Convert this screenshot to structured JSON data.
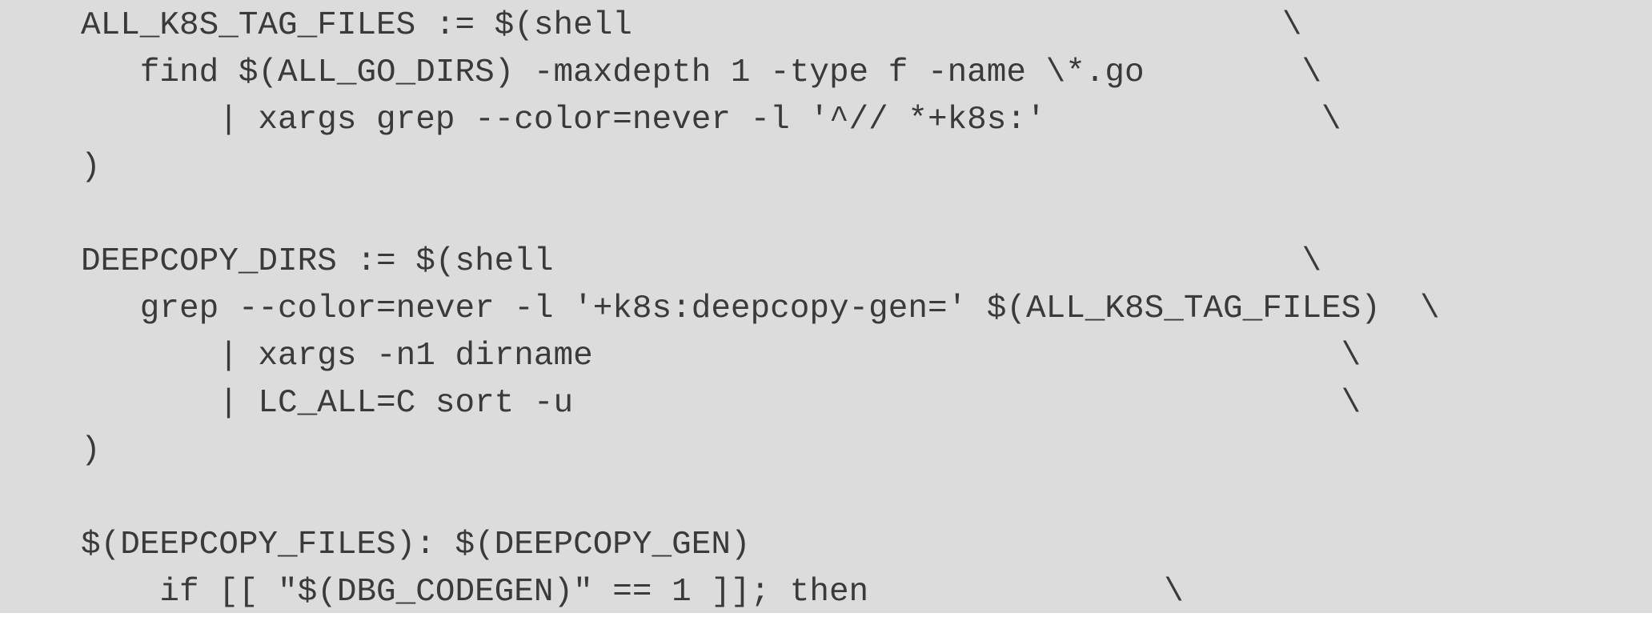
{
  "code": {
    "lines": [
      "ALL_K8S_TAG_FILES := $(shell                                 \\",
      "   find $(ALL_GO_DIRS) -maxdepth 1 -type f -name \\*.go        \\",
      "       | xargs grep --color=never -l '^// *+k8s:'              \\",
      ")",
      "",
      "DEEPCOPY_DIRS := $(shell                                      \\",
      "   grep --color=never -l '+k8s:deepcopy-gen=' $(ALL_K8S_TAG_FILES)  \\",
      "       | xargs -n1 dirname                                      \\",
      "       | LC_ALL=C sort -u                                       \\",
      ")",
      "",
      "$(DEEPCOPY_FILES): $(DEEPCOPY_GEN)",
      "    if [[ \"$(DBG_CODEGEN)\" == 1 ]]; then               \\"
    ]
  }
}
